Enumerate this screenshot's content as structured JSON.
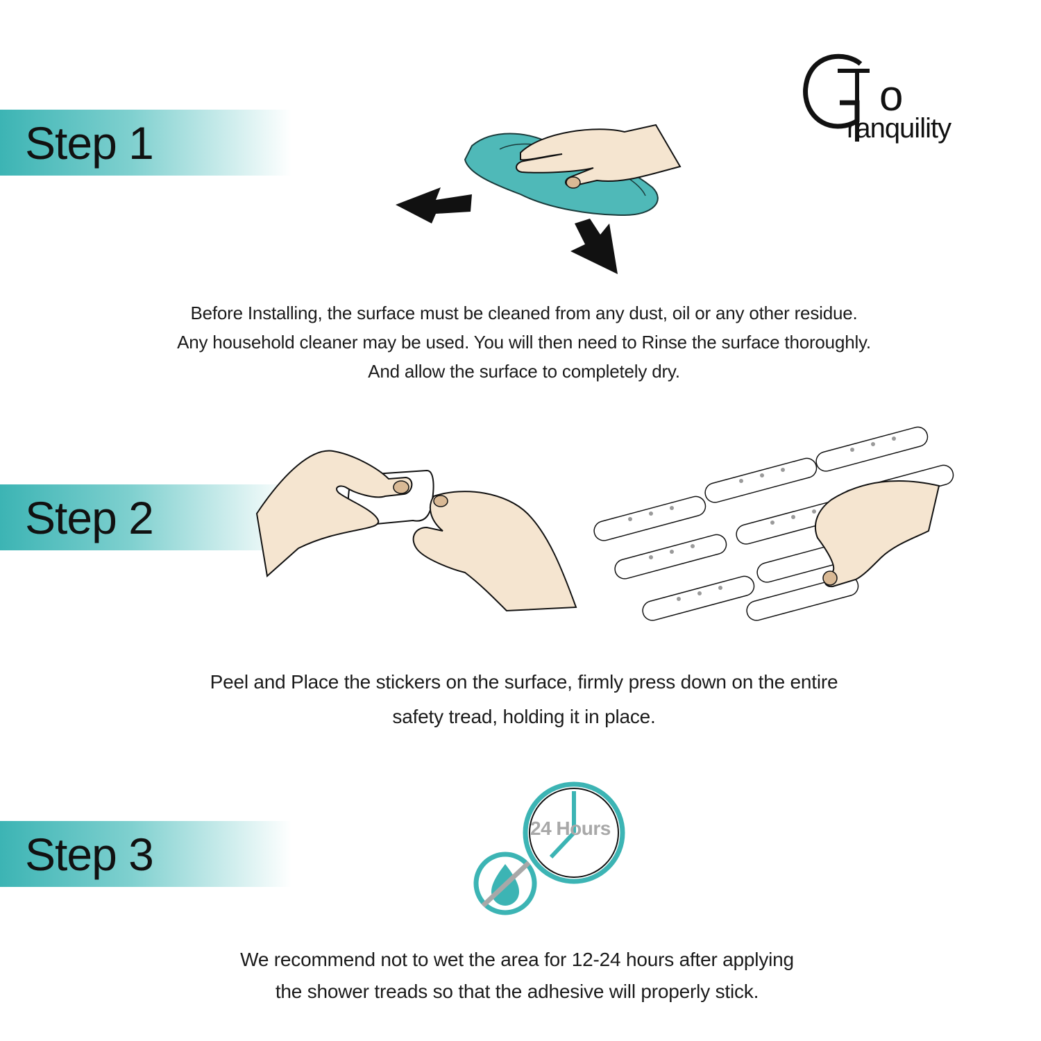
{
  "logo": {
    "first_letters": "G",
    "o_letter": "o",
    "rest": "ranquility"
  },
  "steps": [
    {
      "label": "Step 1",
      "text_lines": [
        "Before Installing, the surface must be cleaned from any dust, oil or any other residue.",
        "Any household cleaner may be used. You will then need to Rinse the surface thoroughly.",
        "And allow the surface to completely dry."
      ]
    },
    {
      "label": "Step 2",
      "text_lines": [
        "Peel and Place the stickers on the surface, firmly press down on the entire",
        "safety tread, holding it in place."
      ]
    },
    {
      "label": "Step 3",
      "clock_text": "24 Hours",
      "text_lines": [
        "We recommend not to wet the area for 12-24 hours after applying",
        "the shower treads so that the adhesive will properly stick."
      ]
    }
  ],
  "colors": {
    "teal": "#3cb4b4",
    "skin": "#f5e5d0",
    "ink": "#111111"
  },
  "icons": [
    "cleaning-cloth-icon",
    "hand-icon",
    "arrow-left-icon",
    "arrow-down-icon",
    "tread-sticker-icon",
    "clock-icon",
    "no-water-icon"
  ]
}
